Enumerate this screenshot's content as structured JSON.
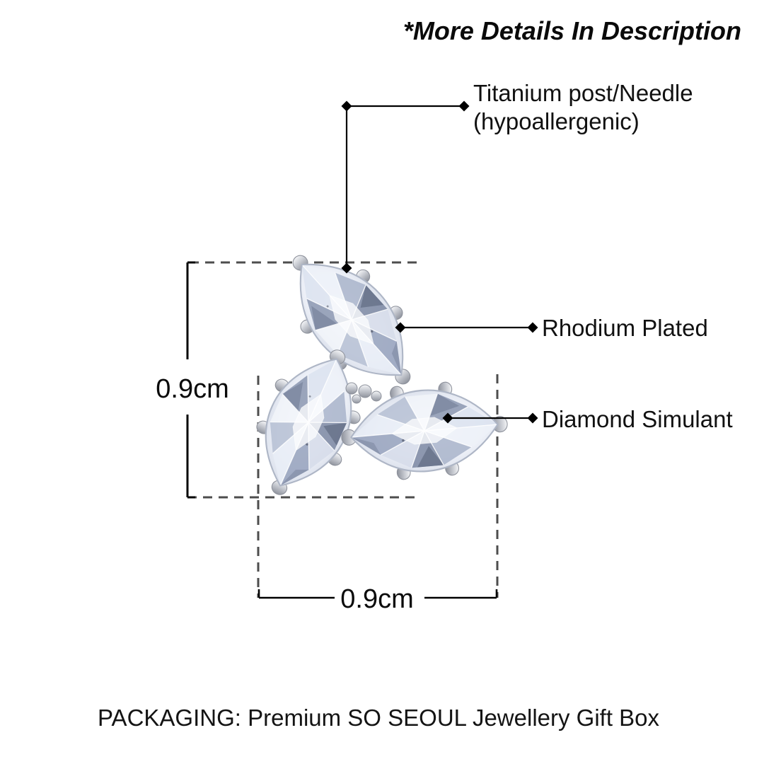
{
  "note": "*More Details In Description",
  "callouts": {
    "titanium": "Titanium post/Needle\n(hypoallergenic)",
    "rhodium": "Rhodium Plated",
    "simulant": "Diamond Simulant"
  },
  "dimensions": {
    "height": "0.9cm",
    "width": "0.9cm"
  },
  "packaging": "PACKAGING: Premium SO SEOUL Jewellery Gift Box",
  "product": {
    "type": "three-stone marquise cluster stud earring",
    "stone_count": 3
  },
  "colors": {
    "background": "#ffffff",
    "text": "#0d0d0d",
    "callout_line": "#000000",
    "dashed_guide": "#4d4d4d",
    "stone_light": "#eef2f9",
    "stone_mid": "#a9b4cb",
    "stone_dark": "#7c88a3",
    "metal": "#c6c9d0"
  }
}
